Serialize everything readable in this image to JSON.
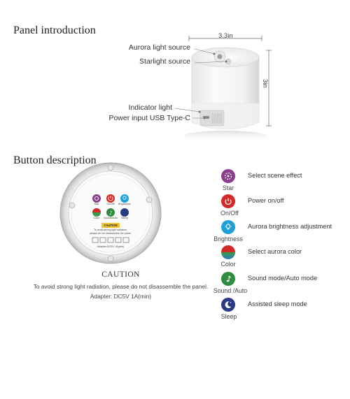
{
  "panel_section": {
    "title": "Panel introduction",
    "width_label": "3.3in",
    "height_label": "3in",
    "callouts": {
      "aurora": "Aurora light source",
      "starlight": "Starlight source",
      "indicator": "Indicator light",
      "usb": "Power input USB Type-C"
    }
  },
  "button_section": {
    "title": "Button description",
    "caution_heading": "CAUTION",
    "caution_text": "To avoid strong light radiation, please do not disassemble the panel.",
    "adapter": "Adapter: DC5V 1A(min)",
    "device_labels": {
      "star": "Star",
      "onoff": "On/Off",
      "brightness": "Brightness",
      "color": "Color",
      "sound": "Sound/Auto",
      "sleep": "Sleep",
      "caution": "CAUTION",
      "small_text_1": "To avoid strong light radiation,",
      "small_text_2": "please do not disassemble the panel.",
      "adapter": "Adapter:DC5V 1A(min)"
    },
    "legend": [
      {
        "icon": "star-icon",
        "color": "#8a3e8c",
        "label": "Star",
        "description": "Select scene effect"
      },
      {
        "icon": "power-icon",
        "color": "#d32a27",
        "label": "On/Off",
        "description": "Power on/off"
      },
      {
        "icon": "bulb-icon",
        "color": "#1fa0d8",
        "label": "Brightness",
        "description": "Aurora brightness adjustment"
      },
      {
        "icon": "color-icon",
        "color": "#3a9a48",
        "label": "Color",
        "description": "Select aurora color"
      },
      {
        "icon": "music-icon",
        "color": "#2f8b3d",
        "label": "Sound /Auto",
        "description": "Sound mode/Auto mode"
      },
      {
        "icon": "moon-icon",
        "color": "#2b3a85",
        "label": "Sleep",
        "description": "Assisted sleep mode"
      }
    ]
  }
}
